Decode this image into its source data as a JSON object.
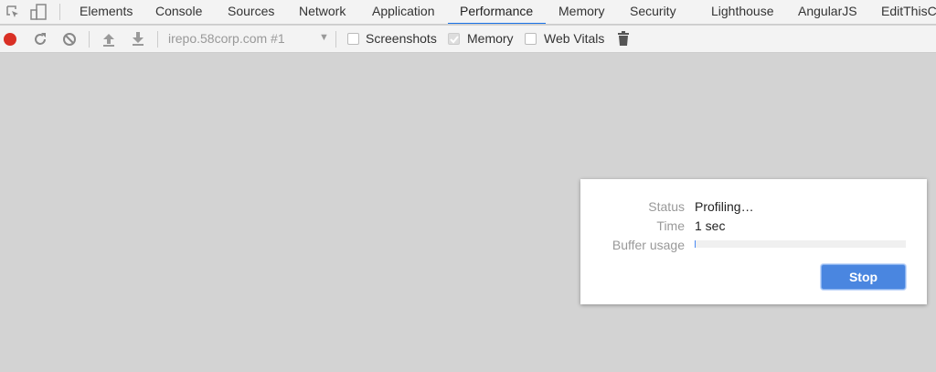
{
  "tabs": [
    "Elements",
    "Console",
    "Sources",
    "Network",
    "Application",
    "Performance",
    "Memory",
    "Security",
    "Lighthouse",
    "AngularJS",
    "EditThisC"
  ],
  "active_tab": "Performance",
  "toolbar": {
    "target": "irepo.58corp.com #1",
    "screenshots": "Screenshots",
    "memory": "Memory",
    "web_vitals": "Web Vitals",
    "screenshots_checked": false,
    "memory_checked": true,
    "web_vitals_checked": false
  },
  "dialog": {
    "status_label": "Status",
    "status_value": "Profiling…",
    "time_label": "Time",
    "time_value": "1 sec",
    "buffer_label": "Buffer usage",
    "buffer_usage_percent": 0.5,
    "stop_label": "Stop"
  },
  "colors": {
    "accent": "#1a73e8",
    "record": "#d93025",
    "stop_button": "#4a86e0"
  }
}
